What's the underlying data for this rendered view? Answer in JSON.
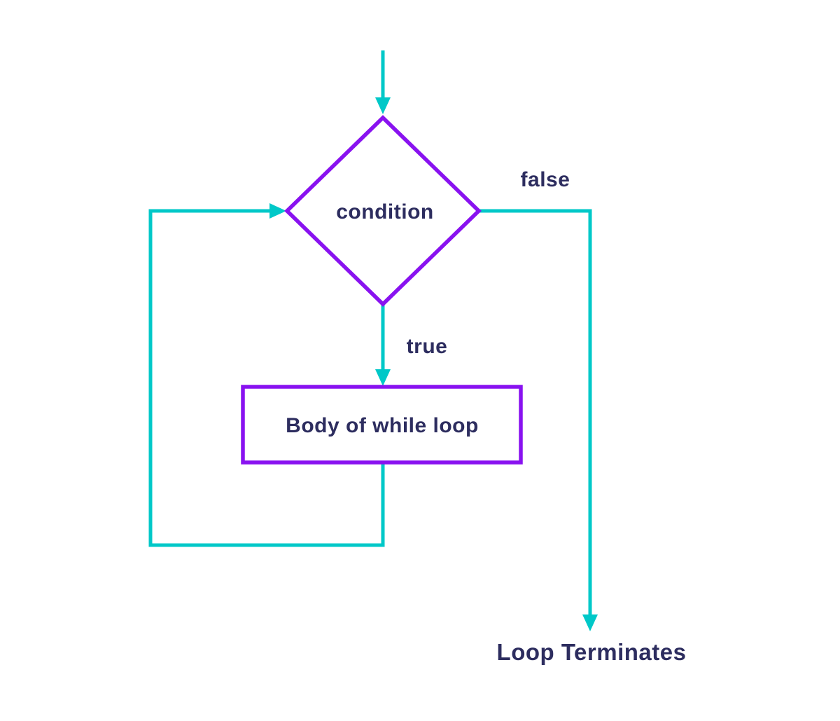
{
  "colors": {
    "arrow": "#00c8c8",
    "outline": "#8912f0",
    "text": "#2d2d5f",
    "background": "#ffffff"
  },
  "flowchart": {
    "condition": {
      "label": "condition",
      "shape": "diamond"
    },
    "body": {
      "label": "Body of while loop",
      "shape": "rectangle"
    },
    "true_branch": {
      "label": "true"
    },
    "false_branch": {
      "label": "false"
    },
    "terminate": {
      "label": "Loop Terminates"
    }
  }
}
